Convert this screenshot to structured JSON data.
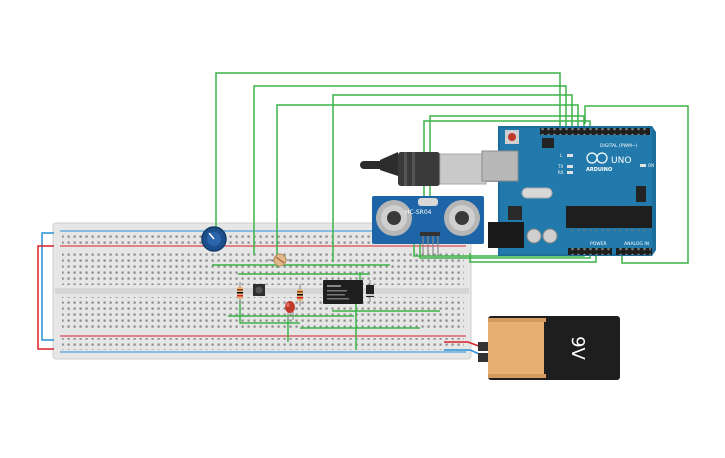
{
  "arduino": {
    "brand": "ARDUINO",
    "model": "UNO",
    "digital_label": "DIGITAL (PWM~)",
    "power_label": "POWER",
    "analog_label": "ANALOG IN",
    "tx_label": "TX",
    "rx_label": "RX",
    "l_label": "L",
    "on_label": "ON"
  },
  "sensor": {
    "label": "HC-SR04"
  },
  "battery": {
    "label": "9V"
  },
  "colors": {
    "wire_green": "#3cb449",
    "wire_red": "#d8202a",
    "wire_blue": "#2a8fd6",
    "board_teal": "#1b6e9c",
    "breadboard": "#e4e4e4",
    "battery_orange": "#e7b071",
    "battery_black": "#1e1e1e"
  }
}
